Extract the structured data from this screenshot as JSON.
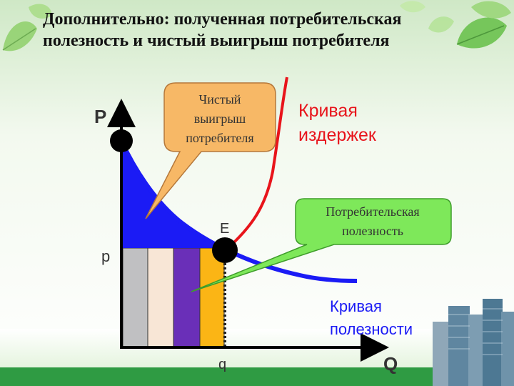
{
  "title": "Дополнительно: полученная потребительская полезность и чистый выигрыш потребителя",
  "axes": {
    "y_label": "P",
    "x_label": "Q",
    "price_label": "p",
    "quantity_label": "q",
    "point_label": "E"
  },
  "callouts": {
    "surplus": [
      "Чистый",
      "выигрыш",
      "потребителя"
    ],
    "utility": [
      "Потребительская",
      "полезность"
    ]
  },
  "curve_labels": {
    "cost": [
      "Кривая",
      "издержек"
    ],
    "utility": [
      "Кривая",
      "полезности"
    ]
  },
  "colors": {
    "surplus_area": "#1b1bf5",
    "utility_curve": "#1b1bf5",
    "cost_curve": "#e8141b",
    "cost_label": "#e8141b",
    "utility_label": "#1b1bf5",
    "callout_surplus": "#f7b866",
    "callout_utility": "#7ee85a",
    "bars": [
      "#c0c0c2",
      "#f8e6d6",
      "#6a2fb8",
      "#fbb515"
    ]
  }
}
